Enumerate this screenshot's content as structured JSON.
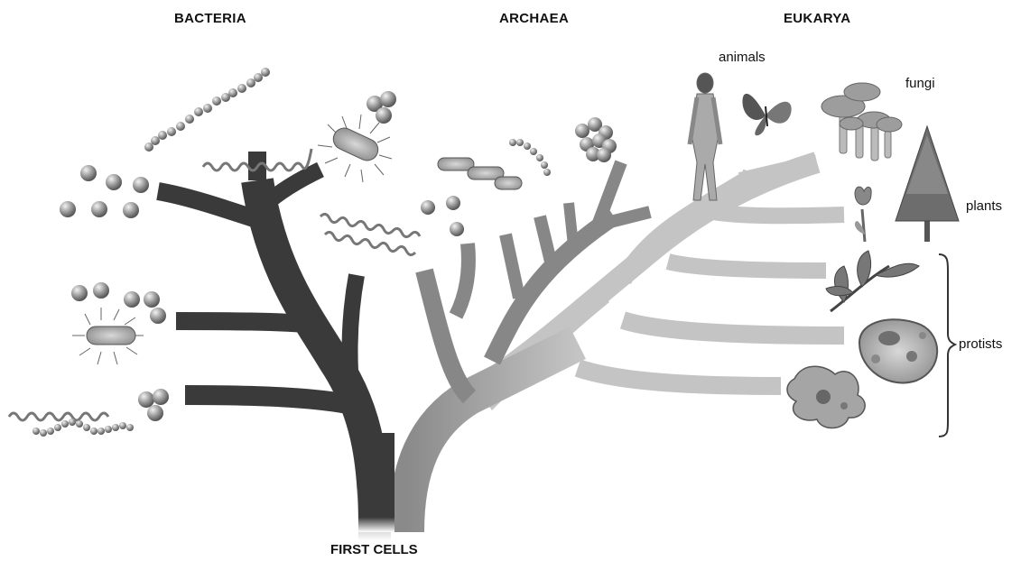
{
  "domains": {
    "bacteria": "BACTERIA",
    "archaea": "ARCHAEA",
    "eukarya": "EUKARYA"
  },
  "root_label": "FIRST CELLS",
  "eukarya_groups": {
    "animals": "animals",
    "fungi": "fungi",
    "plants": "plants",
    "protists": "protists"
  },
  "colors": {
    "bacteria_branch": "#3a3a3a",
    "archaea_branch": "#878787",
    "eukarya_branch": "#c4c4c4",
    "cell_shade": "#9a9a9a",
    "text": "#111111"
  },
  "icons": [
    "spirochete-icon",
    "coccus-cluster-icon",
    "flagellated-bacillus-icon",
    "chain-coccus-icon",
    "archaea-rod-chain-icon",
    "archaea-cluster-icon",
    "human-figure-icon",
    "butterfly-icon",
    "mushroom-cluster-icon",
    "tulip-icon",
    "conifer-tree-icon",
    "seaweed-icon",
    "paramecium-icon",
    "amoeba-icon"
  ]
}
